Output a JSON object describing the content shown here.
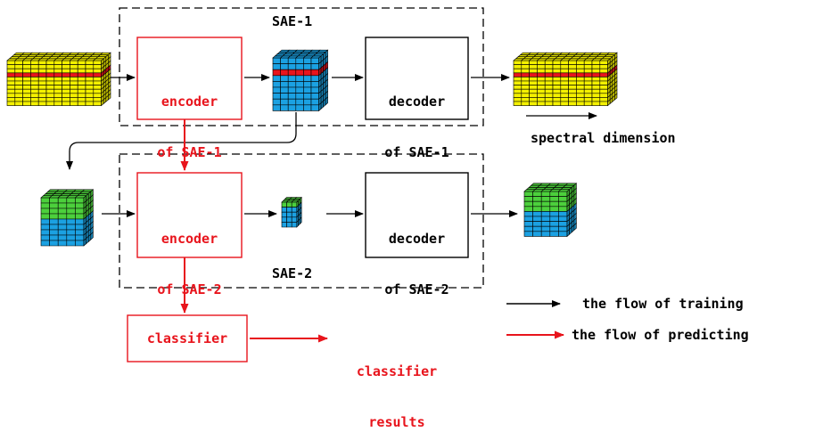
{
  "sae1": {
    "title": "SAE-1",
    "encoder": {
      "line1": "encoder",
      "line2": "of SAE-1"
    },
    "decoder": {
      "line1": "decoder",
      "line2": "of SAE-1"
    }
  },
  "sae2": {
    "title": "SAE-2",
    "encoder": {
      "line1": "encoder",
      "line2": "of SAE-2"
    },
    "decoder": {
      "line1": "decoder",
      "line2": "of SAE-2"
    }
  },
  "spectral_label": "spectral dimension",
  "classifier": {
    "label": "classifier"
  },
  "results": {
    "line1": "classifier",
    "line2": "results"
  },
  "legend": {
    "training": "the flow of training",
    "predicting": "the flow of predicting"
  },
  "colors": {
    "yellow": "#f4f100",
    "stripe": "#e8141c",
    "blue": "#1ba1e2",
    "green": "#4cd03c",
    "accent": "#e8141c",
    "line": "#000000"
  }
}
